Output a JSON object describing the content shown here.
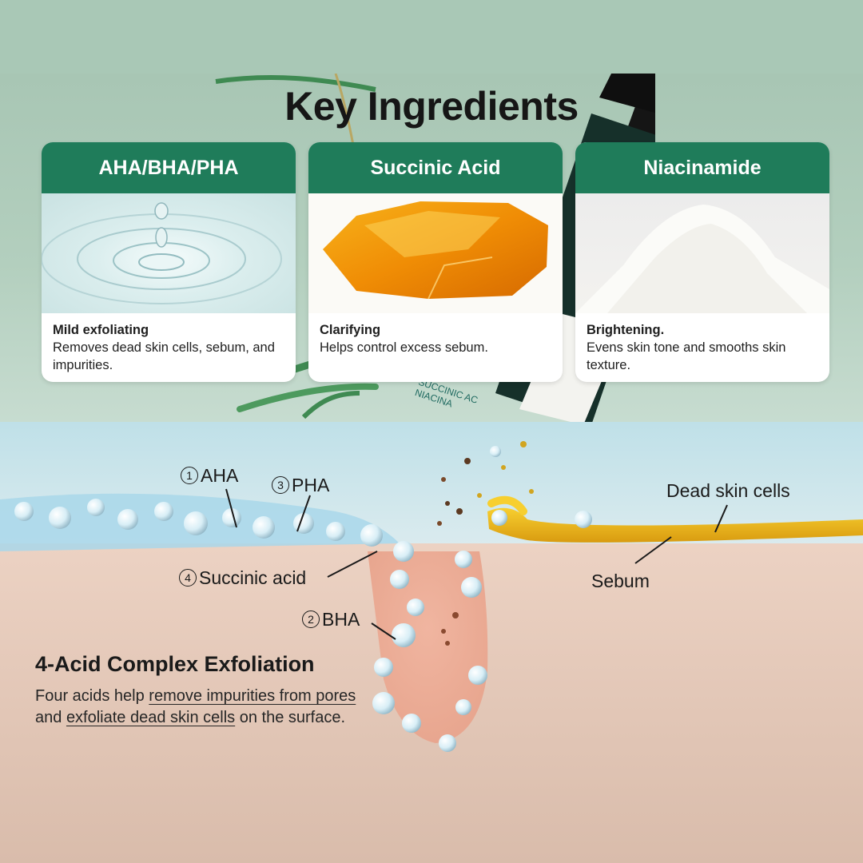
{
  "title": "Key Ingredients",
  "cards": [
    {
      "name": "AHA/BHA/PHA",
      "heading": "Mild exfoliating",
      "body": "Removes dead skin cells, sebum, and impurities.",
      "image": "water-droplet-ripple"
    },
    {
      "name": "Succinic Acid",
      "heading": "Clarifying",
      "body": "Helps control excess sebum.",
      "image": "amber-crystal"
    },
    {
      "name": "Niacinamide",
      "heading": "Brightening.",
      "body": "Evens skin tone and smooths skin texture.",
      "image": "white-powder"
    }
  ],
  "bottle_text": [
    "SUCCINIC AC",
    "NIACINA"
  ],
  "diagram": {
    "labels": {
      "aha": {
        "num": "1",
        "text": "AHA"
      },
      "pha": {
        "num": "3",
        "text": "PHA"
      },
      "succinic": {
        "num": "4",
        "text": "Succinic acid"
      },
      "bha": {
        "num": "2",
        "text": "BHA"
      },
      "dead_skin": "Dead skin cells",
      "sebum": "Sebum"
    },
    "heading": "4-Acid Complex Exfoliation",
    "body": {
      "p1": "Four acids help ",
      "u1": "remove impurities from pores",
      "p2": " and ",
      "u2": "exfoliate dead skin cells",
      "p3": " on the surface."
    }
  },
  "colors": {
    "accent": "#1f7c5a",
    "background_top": "#a9c8b6",
    "skin": "#dbbfaf"
  }
}
